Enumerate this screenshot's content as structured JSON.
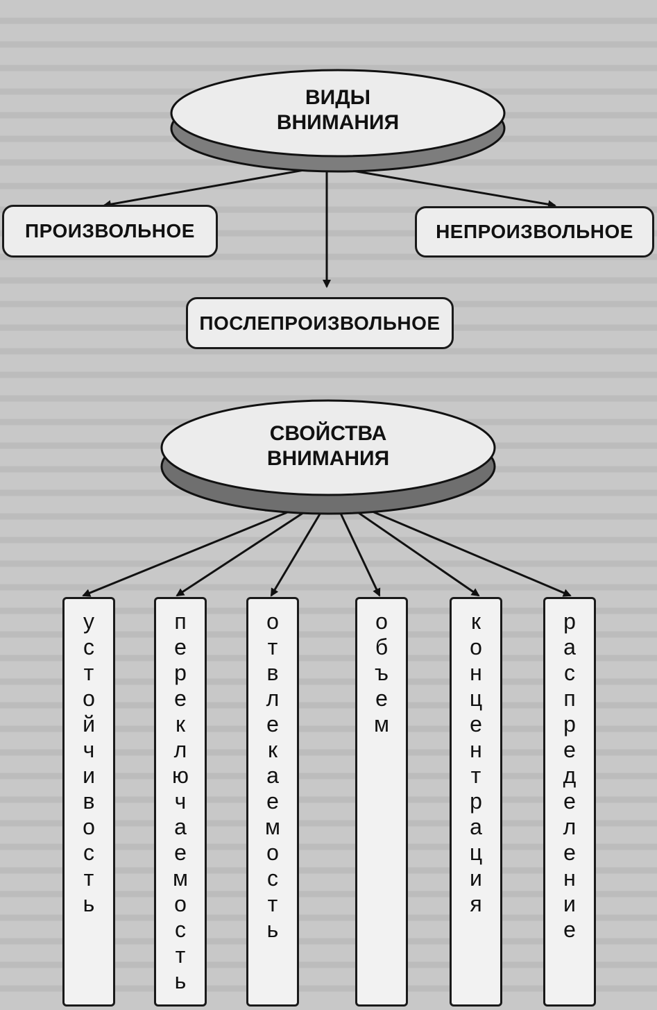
{
  "diagram": {
    "types_title": [
      "ВИДЫ",
      "ВНИМАНИЯ"
    ],
    "types": {
      "voluntary": "ПРОИЗВОЛЬНОЕ",
      "involuntary": "НЕПРОИЗВОЛЬНОЕ",
      "post_voluntary": "ПОСЛЕПРОИЗВОЛЬНОЕ"
    },
    "properties_title": [
      "СВОЙСТВА",
      "ВНИМАНИЯ"
    ],
    "properties": [
      "устойчивость",
      "переключаемость",
      "отвлекаемость",
      "объем",
      "концентрация",
      "распределение"
    ]
  },
  "colors": {
    "background": "#c9c9c9",
    "box_fill": "#ededed",
    "outline": "#1a1a1a",
    "text": "#111111"
  }
}
